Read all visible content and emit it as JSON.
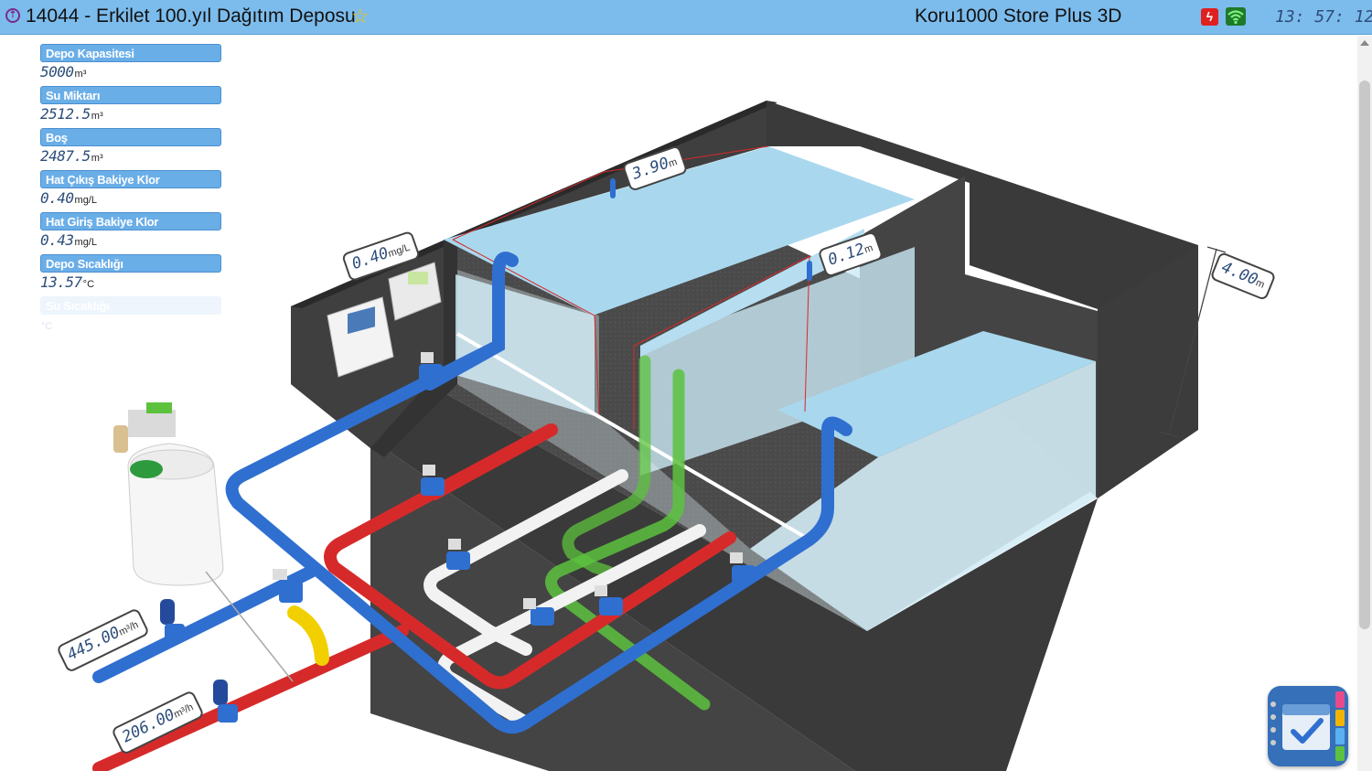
{
  "header": {
    "title": "14044 - Erkilet 100.yıl Dağıtım Deposu",
    "app_name": "Koru1000 Store Plus 3D",
    "clock": "13: 57: 12",
    "icons": [
      "app-logo-icon",
      "favorite-star-icon",
      "power-alert-icon",
      "wifi-icon"
    ]
  },
  "stats": [
    {
      "label": "Depo Kapasitesi",
      "value": "5000",
      "unit": "m³"
    },
    {
      "label": "Su Miktarı",
      "value": "2512.5",
      "unit": "m³"
    },
    {
      "label": "Boş",
      "value": "2487.5",
      "unit": "m³"
    },
    {
      "label": "Hat Çıkış Bakiye Klor",
      "value": "0.40",
      "unit": "mg/L"
    },
    {
      "label": "Hat Giriş Bakiye Klor",
      "value": "0.43",
      "unit": "mg/L"
    },
    {
      "label": "Depo Sıcaklığı",
      "value": "13.57",
      "unit": "°C"
    },
    {
      "label": "Su Sıcaklığı",
      "value": "",
      "unit": "°C"
    }
  ],
  "readouts": {
    "chlorine": {
      "value": "0.40",
      "unit": "mg/L"
    },
    "level_main": {
      "value": "3.90",
      "unit": "m"
    },
    "level_second": {
      "value": "0.12",
      "unit": "m"
    },
    "height": {
      "value": "4.00",
      "unit": "m"
    },
    "flow_in": {
      "value": "445.00",
      "unit": "m³/h"
    },
    "flow_out": {
      "value": "206.00",
      "unit": "m³/h"
    }
  },
  "colors": {
    "header_bg": "#7cbcec",
    "label_bg": "#6aaee8",
    "value_text": "#2c4d7a",
    "water": "#a9d8ee",
    "wall": "#3f3f3f",
    "pipe_blue": "#2f6fd0",
    "pipe_red": "#d62a2a",
    "pipe_green": "#5cc23e",
    "pipe_white": "#f2f2f2",
    "pipe_yellow": "#f2d000"
  },
  "widgets": {
    "task_button_icon": "calendar-check-icon"
  }
}
